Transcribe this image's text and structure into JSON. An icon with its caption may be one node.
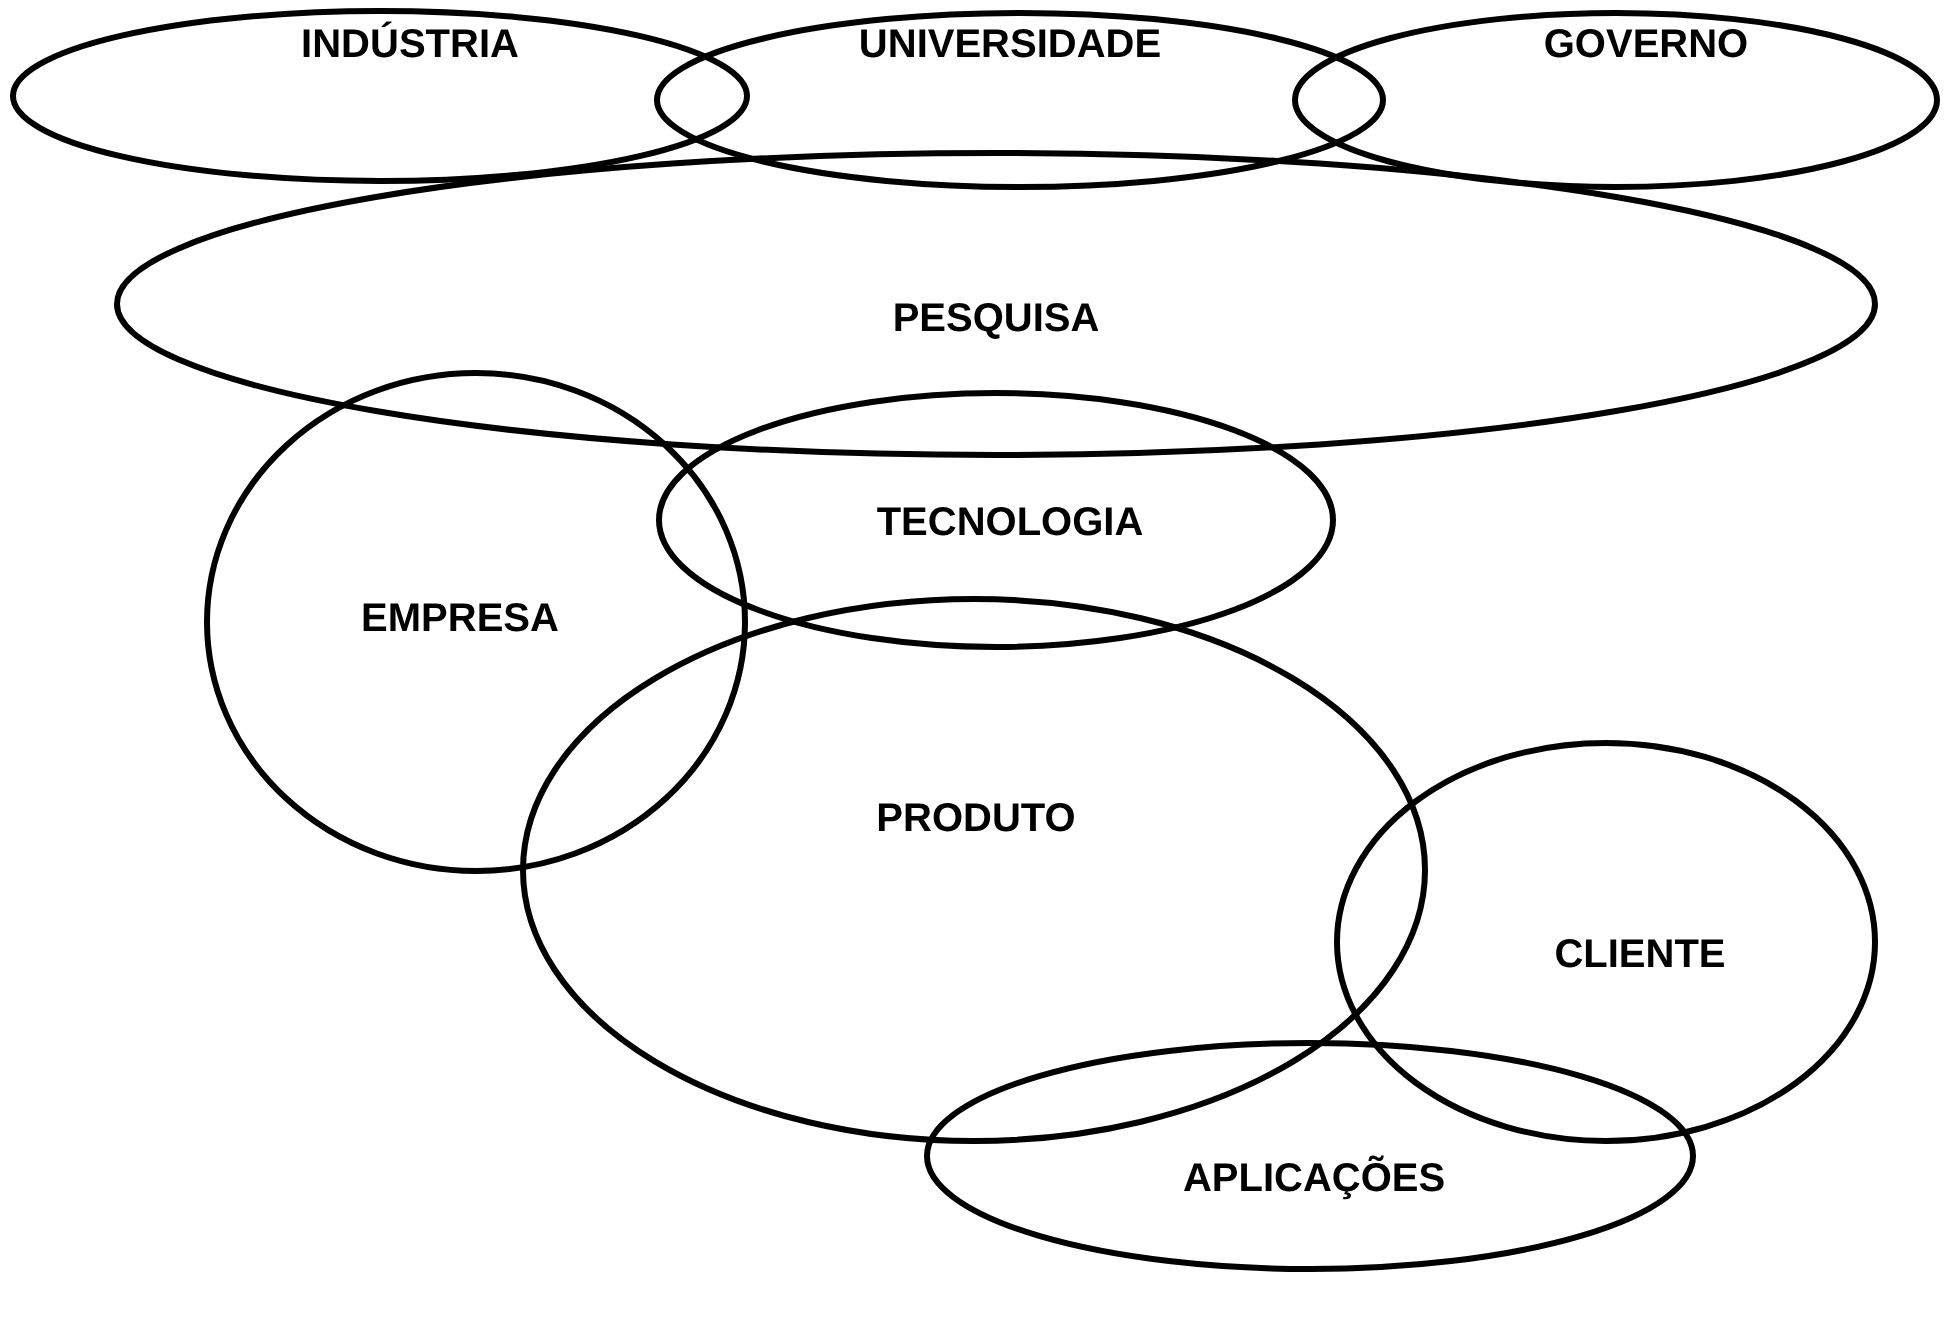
{
  "diagram": {
    "nodes": [
      {
        "text": [
          "INDÚSTRIA"
        ]
      },
      {
        "text": [
          "UNIVERSIDADE"
        ]
      },
      {
        "text": [
          "GOVERNO"
        ]
      },
      {
        "text": [
          "PESQUISA"
        ]
      },
      {
        "text": [
          "TECNOLOGIA"
        ]
      },
      {
        "text": [
          "EMPRESA"
        ]
      },
      {
        "text": [
          "PRODUTO"
        ]
      },
      {
        "text": [
          "CLIENTE"
        ]
      },
      {
        "text": [
          "APLICAÇÕES"
        ]
      }
    ]
  }
}
